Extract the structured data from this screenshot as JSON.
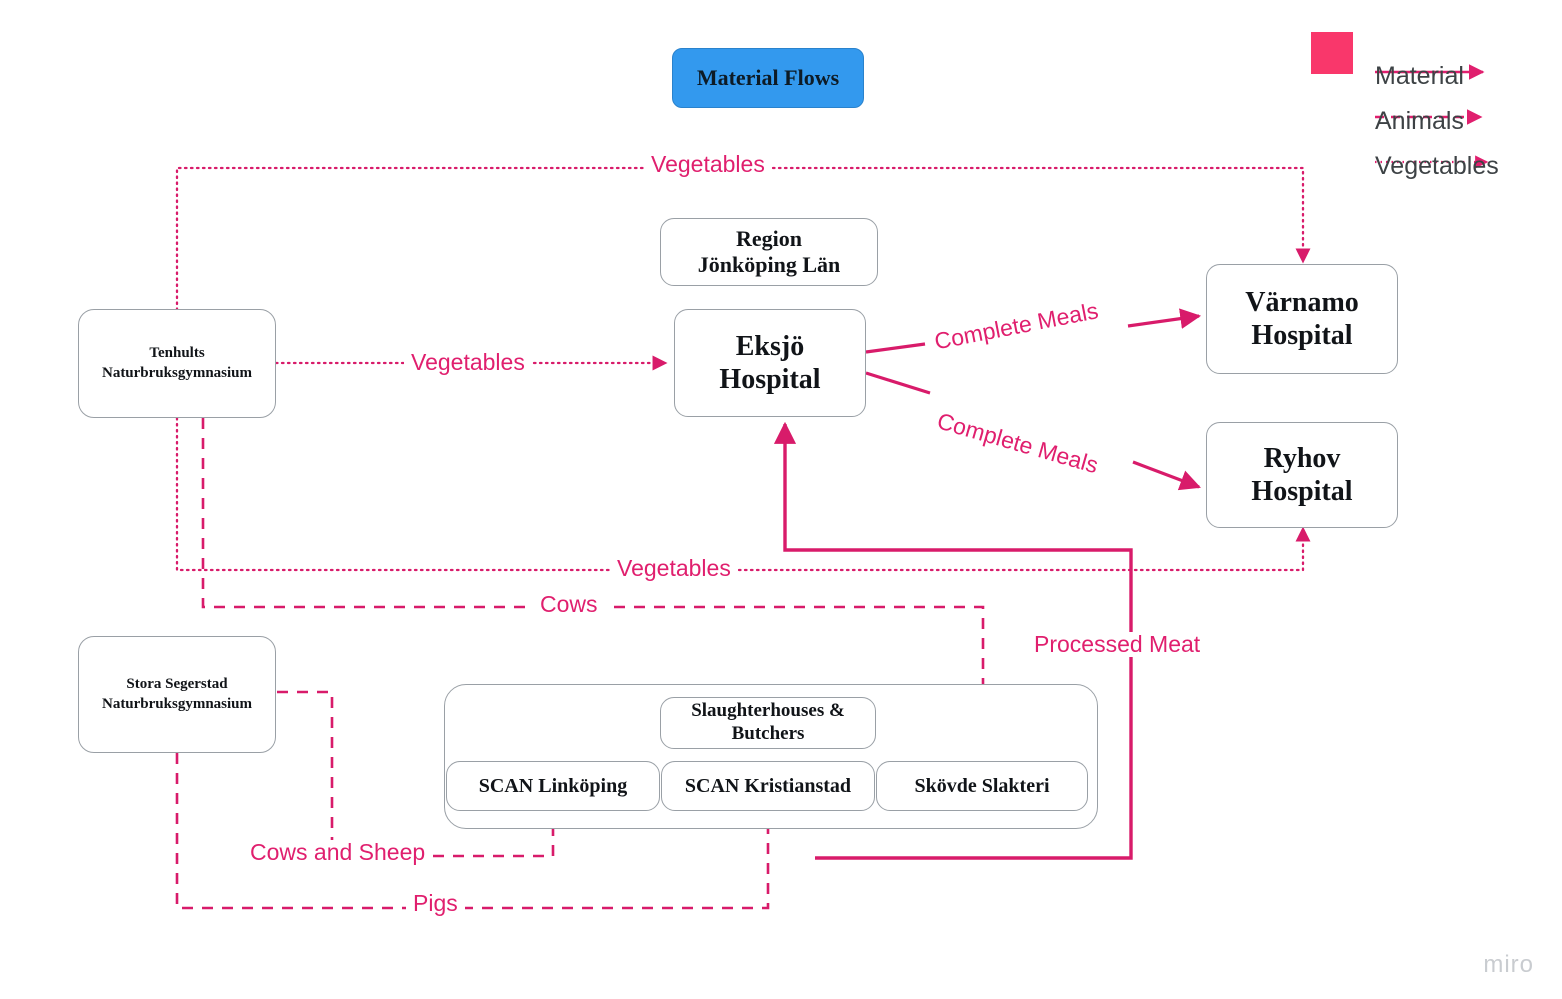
{
  "title": {
    "label": "Material Flows"
  },
  "legend": {
    "swatch_color": "#f9376b",
    "items": [
      {
        "label": "Material",
        "style": "solid"
      },
      {
        "label": "Animals",
        "style": "dashed"
      },
      {
        "label": "Vegetables",
        "style": "dotted"
      }
    ]
  },
  "nodes": {
    "region": {
      "line1": "Region",
      "line2": "Jönköping Län"
    },
    "eksjo": {
      "line1": "Eksjö",
      "line2": "Hospital"
    },
    "varnamo": {
      "line1": "Värnamo",
      "line2": "Hospital"
    },
    "ryhov": {
      "line1": "Ryhov",
      "line2": "Hospital"
    },
    "tenhults": {
      "line1": "Tenhults",
      "line2": "Naturbruksgymnasium"
    },
    "stora": {
      "line1": "Stora Segerstad",
      "line2": "Naturbruksgymnasium"
    },
    "slaughter": {
      "line1": "Slaughterhouses &",
      "line2": "Butchers"
    },
    "scan_link": {
      "label": "SCAN Linköping"
    },
    "scan_krist": {
      "label": "SCAN Kristianstad"
    },
    "skovde": {
      "label": "Skövde Slakteri"
    }
  },
  "edge_labels": {
    "veg_top": "Vegetables",
    "veg_mid_left": "Vegetables",
    "veg_mid_bottom": "Vegetables",
    "cows": "Cows",
    "cows_sheep": "Cows and Sheep",
    "pigs": "Pigs",
    "meals_up": "Complete Meals",
    "meals_down": "Complete Meals",
    "processed_meat": "Processed Meat"
  },
  "colors": {
    "flow": "#d81b6a",
    "node_border": "#9aa0a6",
    "title_bg": "#3399ee",
    "legend_swatch": "#f9376b"
  },
  "watermark": {
    "label": "miro"
  }
}
